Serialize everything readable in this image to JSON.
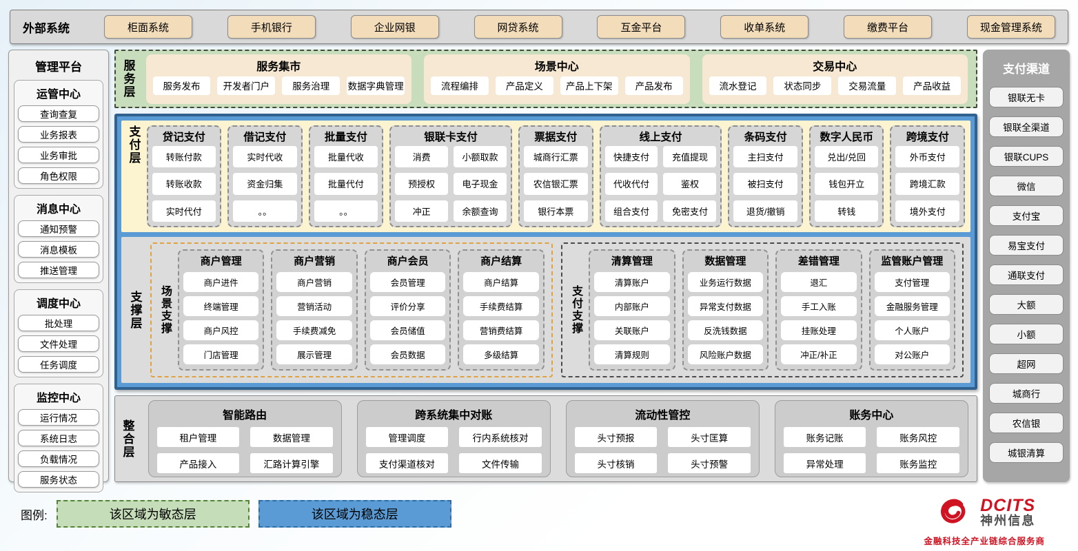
{
  "external_systems": {
    "label": "外部系统",
    "items": [
      "柜面系统",
      "手机银行",
      "企业网银",
      "网贷系统",
      "互金平台",
      "收单系统",
      "缴费平台",
      "现金管理系统"
    ]
  },
  "management_platform": {
    "title": "管理平台",
    "groups": [
      {
        "title": "运管中心",
        "items": [
          "查询查复",
          "业务报表",
          "业务审批",
          "角色权限"
        ]
      },
      {
        "title": "消息中心",
        "items": [
          "通知预警",
          "消息模板",
          "推送管理"
        ]
      },
      {
        "title": "调度中心",
        "items": [
          "批处理",
          "文件处理",
          "任务调度"
        ]
      },
      {
        "title": "监控中心",
        "items": [
          "运行情况",
          "系统日志",
          "负载情况",
          "服务状态"
        ]
      }
    ]
  },
  "service_layer": {
    "label": "服务层",
    "panels": [
      {
        "title": "服务集市",
        "items": [
          "服务发布",
          "开发者门户",
          "服务治理",
          "数据字典管理"
        ]
      },
      {
        "title": "场景中心",
        "items": [
          "流程编排",
          "产品定义",
          "产品上下架",
          "产品发布"
        ]
      },
      {
        "title": "交易中心",
        "items": [
          "流水登记",
          "状态同步",
          "交易流量",
          "产品收益"
        ]
      }
    ]
  },
  "payment_layer": {
    "label": "支付层",
    "columns": [
      {
        "title": "贷记支付",
        "cols": 1,
        "items": [
          "转账付款",
          "转账收款",
          "实时代付"
        ]
      },
      {
        "title": "借记支付",
        "cols": 1,
        "items": [
          "实时代收",
          "资金归集",
          "。。"
        ]
      },
      {
        "title": "批量支付",
        "cols": 1,
        "items": [
          "批量代收",
          "批量代付",
          "。。"
        ]
      },
      {
        "title": "银联卡支付",
        "cols": 2,
        "items": [
          "消费",
          "小额取款",
          "预授权",
          "电子现金",
          "冲正",
          "余额查询"
        ]
      },
      {
        "title": "票据支付",
        "cols": 1,
        "items": [
          "城商行汇票",
          "农信银汇票",
          "银行本票"
        ]
      },
      {
        "title": "线上支付",
        "cols": 2,
        "items": [
          "快捷支付",
          "充值提现",
          "代收代付",
          "鉴权",
          "组合支付",
          "免密支付"
        ]
      },
      {
        "title": "条码支付",
        "cols": 1,
        "items": [
          "主扫支付",
          "被扫支付",
          "退货/撤销"
        ]
      },
      {
        "title": "数字人民币",
        "cols": 1,
        "items": [
          "兑出/兑回",
          "钱包开立",
          "转钱"
        ]
      },
      {
        "title": "跨境支付",
        "cols": 1,
        "items": [
          "外币支付",
          "跨境汇款",
          "境外支付"
        ]
      }
    ]
  },
  "support_layer": {
    "label": "支撑层",
    "groups": [
      {
        "label": "场景支撑",
        "accent": "orange",
        "columns": [
          {
            "title": "商户管理",
            "items": [
              "商户进件",
              "终端管理",
              "商户风控",
              "门店管理"
            ]
          },
          {
            "title": "商户营销",
            "items": [
              "商户营销",
              "营销活动",
              "手续费减免",
              "展示管理"
            ]
          },
          {
            "title": "商户会员",
            "items": [
              "会员管理",
              "评价分享",
              "会员储值",
              "会员数据"
            ]
          },
          {
            "title": "商户结算",
            "items": [
              "商户结算",
              "手续费结算",
              "营销费结算",
              "多级结算"
            ]
          }
        ]
      },
      {
        "label": "支付支撑",
        "accent": "dark",
        "columns": [
          {
            "title": "清算管理",
            "items": [
              "清算账户",
              "内部账户",
              "关联账户",
              "清算规则"
            ]
          },
          {
            "title": "数据管理",
            "items": [
              "业务运行数据",
              "异常支付数据",
              "反洗钱数据",
              "风险账户数据"
            ]
          },
          {
            "title": "差错管理",
            "items": [
              "退汇",
              "手工入账",
              "挂账处理",
              "冲正/补正"
            ]
          },
          {
            "title": "监管账户管理",
            "items": [
              "支付管理",
              "金融服务管理",
              "个人账户",
              "对公账户"
            ]
          }
        ]
      }
    ]
  },
  "integration_layer": {
    "label": "整合层",
    "panels": [
      {
        "title": "智能路由",
        "items": [
          "租户管理",
          "数据管理",
          "产品接入",
          "汇路计算引擎"
        ]
      },
      {
        "title": "跨系统集中对账",
        "items": [
          "管理调度",
          "行内系统核对",
          "支付渠道核对",
          "文件传输"
        ]
      },
      {
        "title": "流动性管控",
        "items": [
          "头寸预报",
          "头寸匡算",
          "头寸核销",
          "头寸预警"
        ]
      },
      {
        "title": "账务中心",
        "items": [
          "账务记账",
          "账务风控",
          "异常处理",
          "账务监控"
        ]
      }
    ]
  },
  "payment_channels": {
    "title": "支付渠道",
    "items": [
      "银联无卡",
      "银联全渠道",
      "银联CUPS",
      "微信",
      "支付宝",
      "易宝支付",
      "通联支付",
      "大额",
      "小额",
      "超网",
      "城商行",
      "农信银",
      "城银清算"
    ]
  },
  "legend": {
    "label": "图例:",
    "items": [
      {
        "text": "该区域为敏态层",
        "fill": "#c6ddb9",
        "border": "#538135"
      },
      {
        "text": "该区域为稳态层",
        "fill": "#5b9bd5",
        "border": "#2e6da4"
      }
    ]
  },
  "logo": {
    "brand": "DCITS",
    "company": "神州信息",
    "tagline": "金融科技全产业链综合服务商",
    "accent": "#cf1322"
  }
}
